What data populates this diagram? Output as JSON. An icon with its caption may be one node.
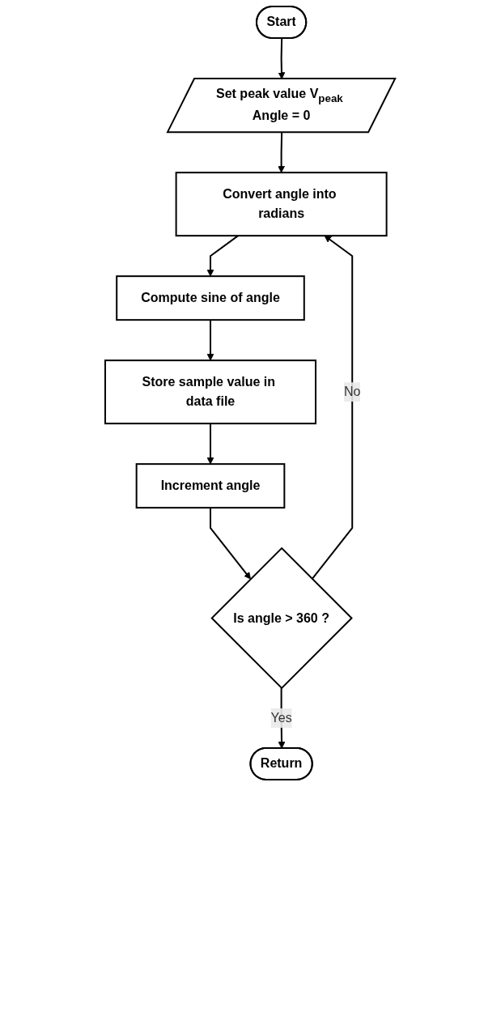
{
  "diagram": {
    "nodes": [
      {
        "text": [
          "Start"
        ]
      },
      {
        "text": [
          "Set peak value V$_{peak}$ Angle = 0"
        ]
      },
      {
        "text": [
          "Convert angle into radians"
        ]
      },
      {
        "text": [
          "Compute sine of angle"
        ]
      },
      {
        "text": [
          "Store sample value in data file"
        ]
      },
      {
        "text": [
          "Increment angle"
        ]
      },
      {
        "text": [
          "Is angle > 360 ?"
        ]
      },
      {
        "text": [
          "Return"
        ]
      }
    ],
    "edges": [
      {
        "from": 0,
        "to": 1,
        "arrow": "to"
      },
      {
        "from": 1,
        "to": 2,
        "arrow": "to"
      },
      {
        "from": 2,
        "to": 3,
        "arrow": "to"
      },
      {
        "from": 3,
        "to": 4,
        "arrow": "to"
      },
      {
        "from": 4,
        "to": 5,
        "arrow": "to"
      },
      {
        "from": 5,
        "to": 6,
        "arrow": "to"
      },
      {
        "from": 6,
        "to": 2,
        "label": "No",
        "arrow": "to"
      },
      {
        "from": 6,
        "to": 7,
        "label": "Yes",
        "arrow": "to"
      }
    ]
  }
}
